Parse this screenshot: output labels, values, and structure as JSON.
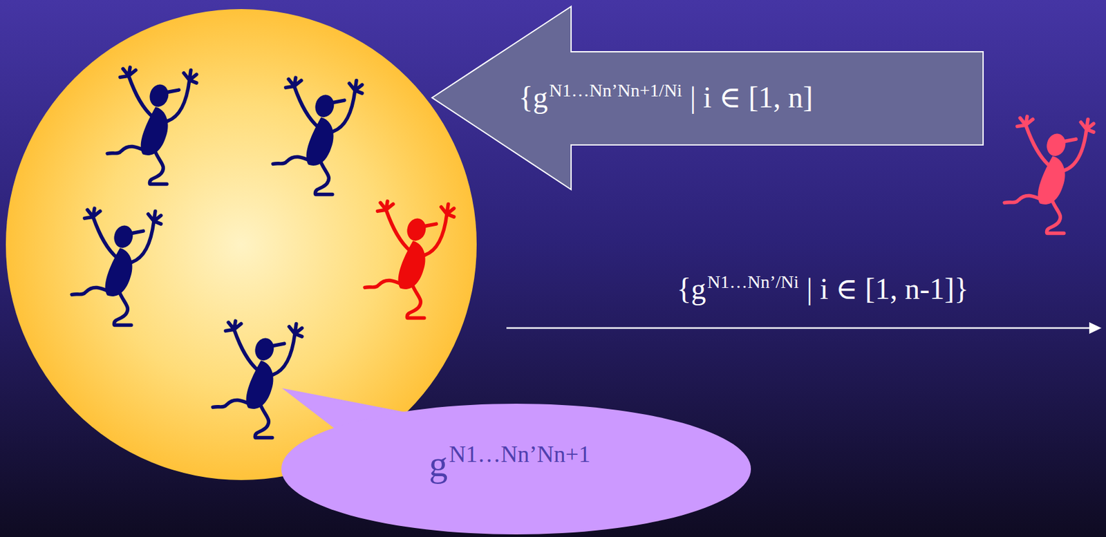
{
  "diagram": {
    "nodes": [
      {
        "text": [
          "{g",
          "N1…Nn’Nn+1/Ni",
          "| i ∈ [1, n]"
        ]
      },
      {
        "text": [
          "g",
          "N1…Nn’Nn+1"
        ]
      }
    ],
    "labels": [
      "{g",
      "N1…Nn’/Ni",
      "| i ∈ [1, n-1]}"
    ]
  }
}
